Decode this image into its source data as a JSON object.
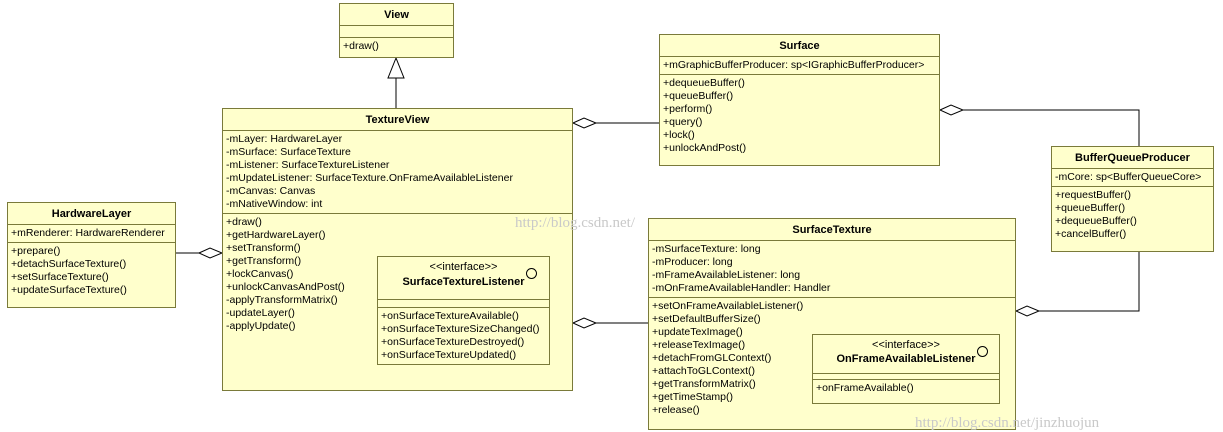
{
  "classes": {
    "view": {
      "name": "View",
      "attributes": [],
      "methods": [
        "+draw()"
      ]
    },
    "surface": {
      "name": "Surface",
      "attributes": [
        "+mGraphicBufferProducer: sp<IGraphicBufferProducer>"
      ],
      "methods": [
        "+dequeueBuffer()",
        "+queueBuffer()",
        "+perform()",
        "+query()",
        "+lock()",
        "+unlockAndPost()"
      ]
    },
    "texture_view": {
      "name": "TextureView",
      "attributes": [
        "-mLayer: HardwareLayer",
        "-mSurface: SurfaceTexture",
        "-mListener: SurfaceTextureListener",
        "-mUpdateListener: SurfaceTexture.OnFrameAvailableListener",
        "-mCanvas: Canvas",
        "-mNativeWindow: int"
      ],
      "methods": [
        "+draw()",
        "+getHardwareLayer()",
        "+setTransform()",
        "+getTransform()",
        "+lockCanvas()",
        "+unlockCanvasAndPost()",
        "-applyTransformMatrix()",
        "-updateLayer()",
        "-applyUpdate()"
      ]
    },
    "hardware_layer": {
      "name": "HardwareLayer",
      "attributes": [
        "+mRenderer: HardwareRenderer"
      ],
      "methods": [
        "+prepare()",
        "+detachSurfaceTexture()",
        "+setSurfaceTexture()",
        "+updateSurfaceTexture()"
      ]
    },
    "buffer_queue_producer": {
      "name": "BufferQueueProducer",
      "attributes": [
        "-mCore: sp<BufferQueueCore>"
      ],
      "methods": [
        "+requestBuffer()",
        "+queueBuffer()",
        "+dequeueBuffer()",
        "+cancelBuffer()"
      ]
    },
    "surface_texture": {
      "name": "SurfaceTexture",
      "attributes": [
        "-mSurfaceTexture: long",
        "-mProducer: long",
        "-mFrameAvailableListener: long",
        "-mOnFrameAvailableHandler: Handler"
      ],
      "methods": [
        "+setOnFrameAvailableListener()",
        "+setDefaultBufferSize()",
        "+updateTexImage()",
        "+releaseTexImage()",
        "+detachFromGLContext()",
        "+attachToGLContext()",
        "+getTransformMatrix()",
        "+getTimeStamp()",
        "+release()"
      ]
    }
  },
  "interfaces": {
    "surface_texture_listener": {
      "stereotype": "<<interface>>",
      "name": "SurfaceTextureListener",
      "methods": [
        "+onSurfaceTextureAvailable()",
        "+onSurfaceTextureSizeChanged()",
        "+onSurfaceTextureDestroyed()",
        "+onSurfaceTextureUpdated()"
      ]
    },
    "on_frame_available_listener": {
      "stereotype": "<<interface>>",
      "name": "OnFrameAvailableListener",
      "methods": [
        "+onFrameAvailable()"
      ]
    }
  },
  "watermarks": [
    "http://blog.csdn.net/",
    "http://blog.csdn.net/jinzhuojun"
  ],
  "colors": {
    "class_fill": "#ffffcc",
    "class_border": "#7a7a3a",
    "watermark": "#c9c9c9"
  }
}
